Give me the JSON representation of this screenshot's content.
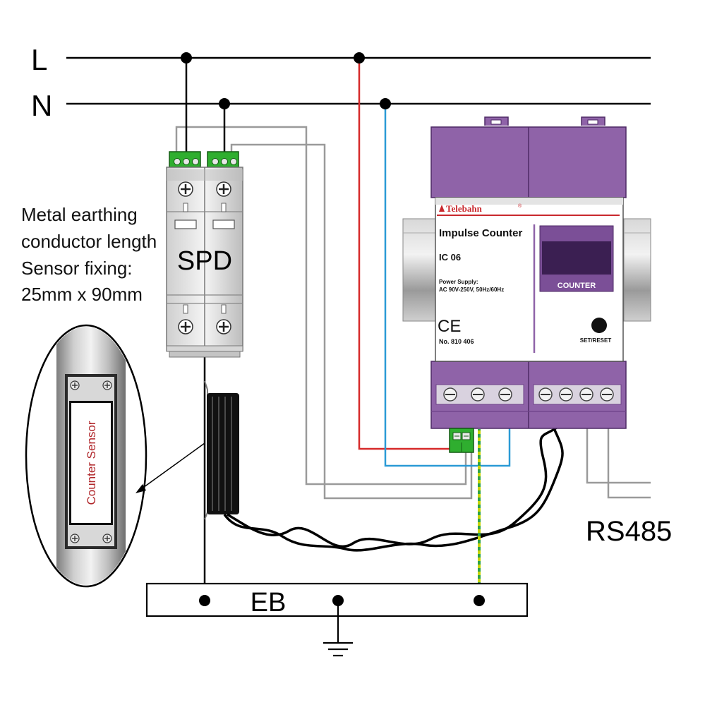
{
  "lines": {
    "phase": "L",
    "neutral": "N"
  },
  "spd": {
    "label": "SPD"
  },
  "note": {
    "line1": "Metal earthing",
    "line2": "conductor length",
    "line3": "Sensor fixing:",
    "line4": "25mm x 90mm"
  },
  "sensor": {
    "label": "Counter Sensor"
  },
  "device": {
    "brand": "Telebahn",
    "brand_mark": "®",
    "name": "Impulse Counter",
    "model": "IC 06",
    "power_label": "Power Supply:",
    "power_value": "AC 90V-250V, 50Hz/60Hz",
    "ce": "CE",
    "number": "No. 810 406",
    "display_label": "COUNTER",
    "button_label": "SET/RESET"
  },
  "bus": {
    "label": "RS485"
  },
  "earth_bar": {
    "label": "EB"
  },
  "colors": {
    "device_purple": "#8f63a8",
    "device_purple_dark": "#6e4288",
    "phase_wire": "#d62a2a",
    "neutral_wire": "#2a9ad6",
    "signal_wire": "#9a9a9a",
    "terminal_green": "#2fae2f",
    "earth_wire": "#c8d400"
  },
  "icons": [
    "ground-icon",
    "screw-icon",
    "terminal-block-icon"
  ]
}
